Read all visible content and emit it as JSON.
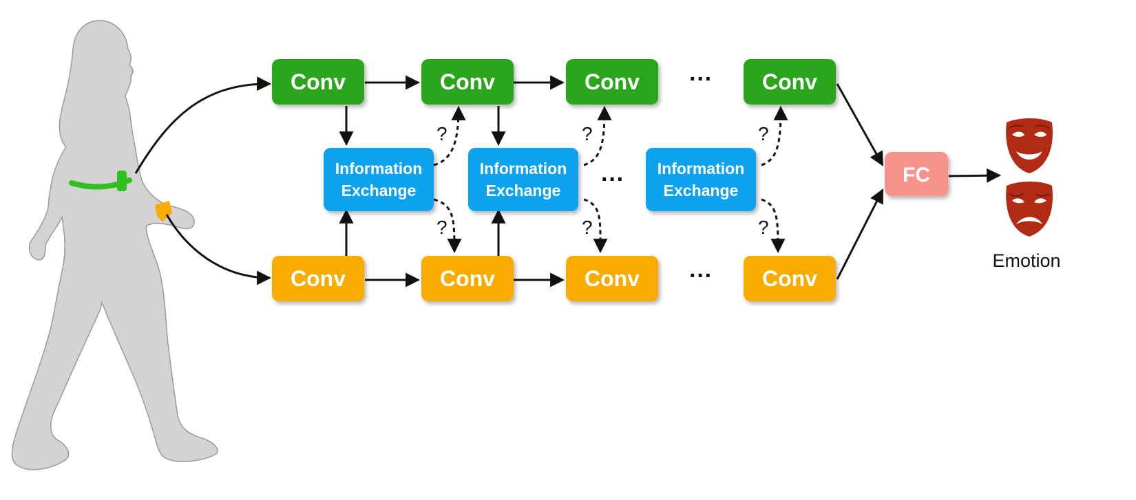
{
  "colors": {
    "conv_top": "#2ca61b",
    "conv_bottom": "#f9ab00",
    "info_exchange": "#0da2f0",
    "fc": "#f8928c",
    "mask": "#b02a14",
    "silhouette": "#d3d3d3",
    "sensor_green": "#2fbf1f",
    "sensor_orange": "#f9ab00"
  },
  "top_stream": {
    "labels": [
      "Conv",
      "Conv",
      "Conv",
      "Conv"
    ],
    "ellipsis": "···"
  },
  "bottom_stream": {
    "labels": [
      "Conv",
      "Conv",
      "Conv",
      "Conv"
    ],
    "ellipsis": "···"
  },
  "info_exchange": {
    "boxes": [
      {
        "line1": "Information",
        "line2": "Exchange"
      },
      {
        "line1": "Information",
        "line2": "Exchange"
      },
      {
        "line1": "Information",
        "line2": "Exchange"
      }
    ],
    "ellipsis": "···",
    "question_mark": "?"
  },
  "fc": {
    "label": "FC"
  },
  "output": {
    "label": "Emotion",
    "icons": [
      "happy-mask-icon",
      "sad-mask-icon"
    ]
  },
  "input": {
    "icon": "walking-person-icon"
  }
}
